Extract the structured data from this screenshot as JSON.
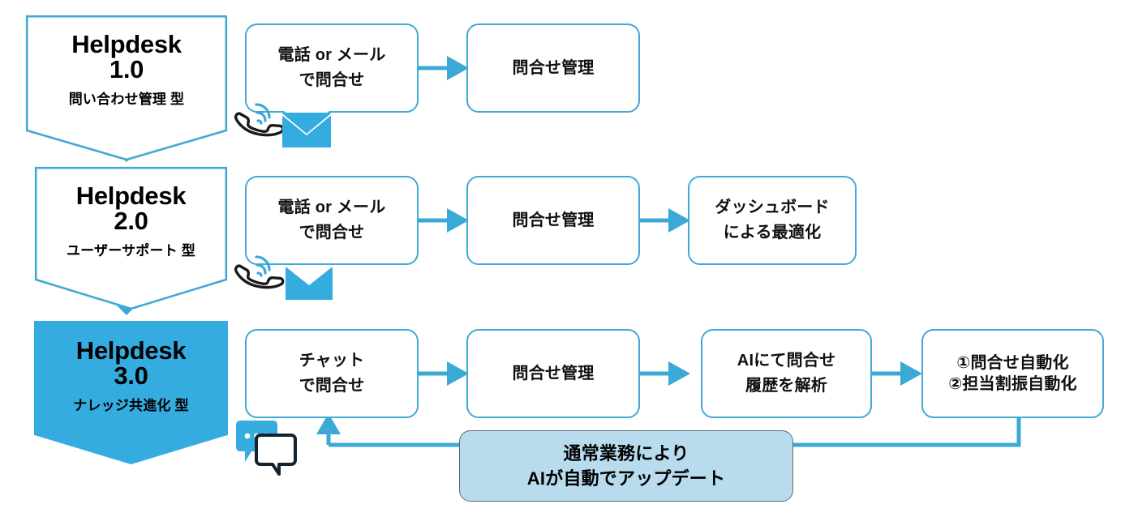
{
  "diagram": {
    "title": "Helpdesk evolution flow",
    "colors": {
      "accent": "#3ba9d6",
      "accent_fill": "#35ace0",
      "banner_fill": "#b8dced",
      "banner_border": "#5d6a72",
      "box_border": "#42a9d4",
      "text": "#101010",
      "canvas": "#ffffff"
    }
  },
  "generations": [
    {
      "id": "helpdesk-1",
      "title": "Helpdesk",
      "version": "1.0",
      "subtitle": "問い合わせ管理 型",
      "filled": false
    },
    {
      "id": "helpdesk-2",
      "title": "Helpdesk",
      "version": "2.0",
      "subtitle": "ユーザーサポート 型",
      "filled": false
    },
    {
      "id": "helpdesk-3",
      "title": "Helpdesk",
      "version": "3.0",
      "subtitle": "ナレッジ共進化 型",
      "filled": true
    }
  ],
  "rows": [
    {
      "id": "row-1",
      "generation": "1.0",
      "steps": [
        {
          "id": "r1-s1",
          "text": "電話 or メール\nで問合せ"
        },
        {
          "id": "r1-s2",
          "text": "問合せ管理"
        }
      ],
      "icons": [
        "phone-icon",
        "envelope-icon"
      ]
    },
    {
      "id": "row-2",
      "generation": "2.0",
      "steps": [
        {
          "id": "r2-s1",
          "text": "電話 or メール\nで問合せ"
        },
        {
          "id": "r2-s2",
          "text": "問合せ管理"
        },
        {
          "id": "r2-s3",
          "text": "ダッシュボード\nによる最適化"
        }
      ],
      "icons": [
        "phone-icon",
        "envelope-icon"
      ]
    },
    {
      "id": "row-3",
      "generation": "3.0",
      "steps": [
        {
          "id": "r3-s1",
          "text": "チャット\nで問合せ"
        },
        {
          "id": "r3-s2",
          "text": "問合せ管理"
        },
        {
          "id": "r3-s3",
          "text": "AIにて問合せ\n履歴を解析"
        },
        {
          "id": "r3-s4",
          "text": "①問合せ自動化\n②担当割振自動化"
        }
      ],
      "icons": [
        "chat-bubbles-icon"
      ]
    }
  ],
  "feedback_banner": {
    "id": "feedback-banner",
    "text": "通常業務により\nAIが自動でアップデート"
  }
}
